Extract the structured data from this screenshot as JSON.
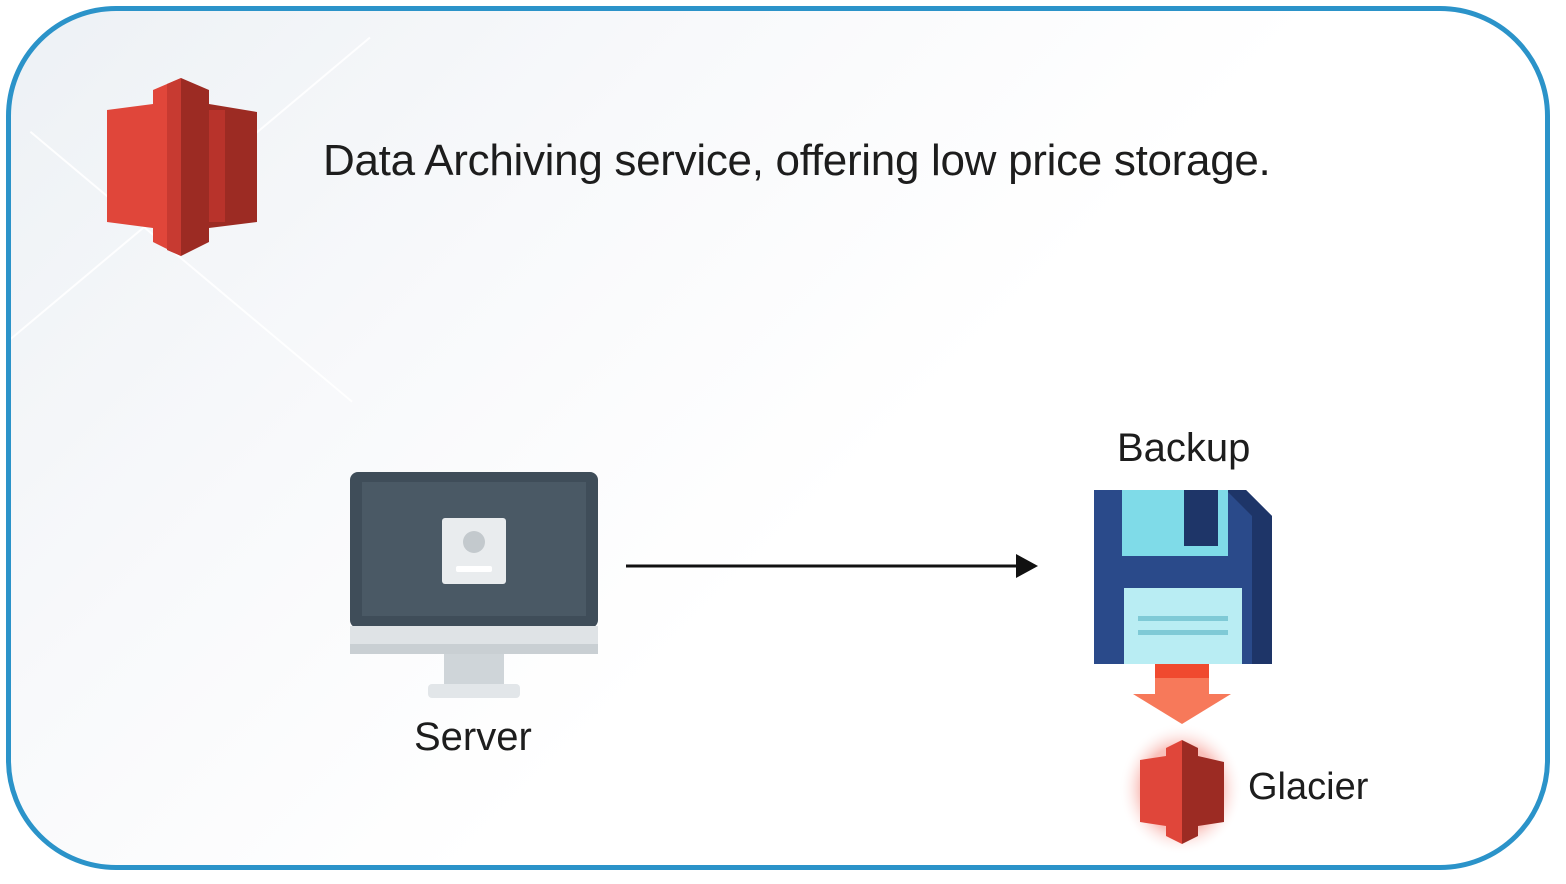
{
  "headline": "Data Archiving service, offering low price storage.",
  "labels": {
    "server": "Server",
    "backup": "Backup",
    "glacier": "Glacier"
  },
  "icons": {
    "logo": "aws-glacier-icon",
    "server": "monitor-icon",
    "backup": "floppy-disk-icon",
    "flow": "right-arrow-icon",
    "archive": "down-arrow-icon"
  },
  "colors": {
    "frame_border": "#2b93c9",
    "glacier_red": "#e0463a",
    "glacier_dark": "#9c2b23",
    "monitor_dark": "#3f4d59",
    "floppy_navy": "#2a4a8a",
    "floppy_light": "#7fdbe8",
    "arrow_orange": "#f15a3a"
  }
}
